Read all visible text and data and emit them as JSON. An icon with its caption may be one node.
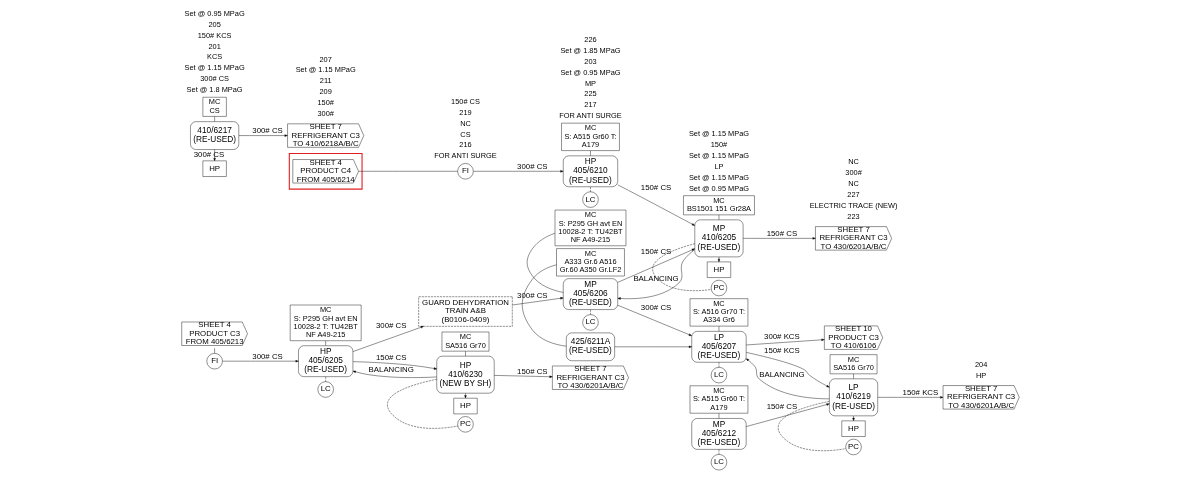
{
  "diagram": {
    "nodes": [
      {
        "text": [
          "SHEET 4",
          "PRODUCT C3",
          "FROM 405/6213"
        ]
      },
      {
        "text": [
          "FI"
        ]
      },
      {
        "text": [
          "HP",
          "405/6205",
          "(RE-USED)"
        ]
      },
      {
        "text": [
          "LC"
        ]
      },
      {
        "text": [
          "GUARD DEHYDRATION TRAIN A&B (B0106-0409)"
        ]
      },
      {
        "text": [
          "410/6217",
          "(RE-USED)"
        ]
      },
      {
        "text": [
          "HP",
          "410/6230",
          "(NEW BY SH)"
        ]
      },
      {
        "text": [
          "PC"
        ]
      },
      {
        "text": [
          "HP"
        ]
      },
      {
        "text": [
          "HP"
        ]
      },
      {
        "text": [
          "MP",
          "405/6206",
          "(RE-USED)"
        ]
      },
      {
        "text": [
          "LC"
        ]
      },
      {
        "text": [
          "MP",
          "410/6205",
          "(RE-USED)"
        ]
      },
      {
        "text": [
          "PC"
        ]
      },
      {
        "text": [
          "HP"
        ]
      },
      {
        "text": [
          "425/6211A",
          "(RE-USED)"
        ]
      },
      {
        "text": [
          "LP",
          "405/6207",
          "(RE-USED)"
        ]
      },
      {
        "text": [
          "LC"
        ]
      },
      {
        "text": [
          "LP",
          "410/6219",
          "(RE-USED)"
        ]
      },
      {
        "text": [
          "PC"
        ]
      },
      {
        "text": [
          "HP"
        ]
      },
      {
        "text": [
          "SHEET 7",
          "REFRIGERANT C3",
          "TO 410/6218A/B/C"
        ]
      },
      {
        "text": [
          "SHEET 7",
          "REFRIGERANT C3",
          "TO 430/6201A/B/C"
        ]
      },
      {
        "text": [
          "SHEET 7",
          "REFRIGERANT C3",
          "TO 430/6201A/B/C"
        ]
      },
      {
        "text": [
          "SHEET 7",
          "REFRIGERANT C3",
          "TO 430/6201A/B/C"
        ]
      },
      {
        "text": [
          "SHEET 10",
          "PRODUCT C3",
          "TO 410/6106"
        ]
      },
      {
        "text": [],
        "shape": "box"
      },
      {
        "text": [
          "SHEET 4",
          "PRODUCT C4",
          "FROM 405/6214"
        ],
        "in": 26
      },
      {
        "text": [
          "FI"
        ]
      },
      {
        "text": [
          "HP",
          "405/6210",
          "(RE-USED)"
        ]
      },
      {
        "text": [
          "LC"
        ]
      },
      {
        "text": [
          "MP",
          "405/6212",
          "(RE-USED)"
        ]
      },
      {
        "text": [
          "LC"
        ]
      },
      {
        "text": [
          "MC",
          "CS"
        ]
      },
      {
        "text": [
          "MC",
          "SA516 Gr70"
        ]
      },
      {
        "text": [
          "MC",
          "S: P295 GH avt EN 10028-2 T: TU42BT NF A49-215"
        ]
      },
      {
        "text": [
          "MC",
          "BS1501 151 Gr28A"
        ]
      },
      {
        "text": [
          "MC",
          "S: P295 GH avt EN 10028-2 T: TU42BT NF A49-215"
        ]
      },
      {
        "text": [
          "MC",
          "A333 Gr.6 A516 Gr.60 A350 Gr.LF2"
        ]
      },
      {
        "text": [
          "MC",
          "SA516 Gr70"
        ]
      },
      {
        "text": [
          "MC",
          "S: A516 Gr70 T: A334 Gr6"
        ]
      },
      {
        "text": [
          "MC",
          "S: A515 Gr60 T: A179"
        ]
      },
      {
        "text": [
          "MC",
          "S: A515 Gr60 T: A179"
        ]
      }
    ],
    "edges": [
      {
        "from": 0,
        "to": 1,
        "arrow": "none"
      },
      {
        "from": 1,
        "to": 2,
        "arrow": "to",
        "label": "300# CS"
      },
      {
        "from": 2,
        "to": 3,
        "arrow": "none",
        "style": "dashed"
      },
      {
        "from": 2,
        "to": 6,
        "arrow": "to",
        "label": "150# CS"
      },
      {
        "from": 6,
        "to": 2,
        "arrow": "to",
        "label": "BALANCING"
      },
      {
        "from": 6,
        "to": 7,
        "arrow": "none",
        "style": "dashed"
      },
      {
        "from": 6,
        "to": 8,
        "arrow": "to"
      },
      {
        "from": 5,
        "to": 9,
        "arrow": "to",
        "label": "300# CS"
      },
      {
        "from": 5,
        "to": 21,
        "arrow": "to",
        "label": "300# CS"
      },
      {
        "from": 6,
        "to": 22,
        "arrow": "to",
        "label": "150# CS"
      },
      {
        "from": 2,
        "to": 4,
        "arrow": "to",
        "label": "300# CS"
      },
      {
        "from": 4,
        "to": 10,
        "arrow": "to",
        "label": "300# CS"
      },
      {
        "from": 10,
        "to": 11,
        "arrow": "none",
        "style": "dashed"
      },
      {
        "from": 10,
        "to": 12,
        "arrow": "to",
        "label": "150# CS"
      },
      {
        "from": 12,
        "to": 10,
        "arrow": "to",
        "label": "BALANCING"
      },
      {
        "from": 12,
        "to": 13,
        "arrow": "none",
        "style": "dashed"
      },
      {
        "from": 12,
        "to": 14,
        "arrow": "to"
      },
      {
        "from": 12,
        "to": 23,
        "arrow": "to",
        "label": "150# CS"
      },
      {
        "from": 10,
        "to": 16,
        "arrow": "to",
        "label": "300# CS"
      },
      {
        "from": 15,
        "to": 16,
        "arrow": "to"
      },
      {
        "from": 16,
        "to": 17,
        "arrow": "none",
        "style": "dashed"
      },
      {
        "from": 16,
        "to": 18,
        "arrow": "to",
        "label": "150# KCS"
      },
      {
        "from": 18,
        "to": 16,
        "arrow": "to",
        "label": "BALANCING"
      },
      {
        "from": 18,
        "to": 19,
        "arrow": "none",
        "style": "dashed"
      },
      {
        "from": 18,
        "to": 20,
        "arrow": "to"
      },
      {
        "from": 18,
        "to": 24,
        "arrow": "to",
        "label": "150# KCS"
      },
      {
        "from": 16,
        "to": 25,
        "arrow": "to",
        "label": "300# KCS"
      },
      {
        "from": 27,
        "to": 28,
        "arrow": "none"
      },
      {
        "from": 28,
        "to": 29,
        "arrow": "to",
        "label": "300# CS"
      },
      {
        "from": 29,
        "to": 30,
        "arrow": "none",
        "style": "dashed"
      },
      {
        "from": 29,
        "to": 12,
        "arrow": "to",
        "label": "150# CS"
      },
      {
        "from": 31,
        "to": 32,
        "arrow": "none",
        "style": "dashed"
      },
      {
        "from": 31,
        "to": 18,
        "arrow": "to",
        "label": "150# CS"
      },
      {
        "from": 33,
        "to": 5,
        "arrow": "none"
      },
      {
        "from": 34,
        "to": 6,
        "arrow": "none"
      },
      {
        "from": 35,
        "to": 2,
        "arrow": "none"
      },
      {
        "from": 36,
        "to": 12,
        "arrow": "none"
      },
      {
        "from": 37,
        "to": 10,
        "arrow": "none"
      },
      {
        "from": 38,
        "to": 15,
        "arrow": "none"
      },
      {
        "from": 39,
        "to": 18,
        "arrow": "none"
      },
      {
        "from": 40,
        "to": 16,
        "arrow": "none"
      },
      {
        "from": 41,
        "to": 29,
        "arrow": "none"
      },
      {
        "from": 42,
        "to": 31,
        "arrow": "none"
      }
    ],
    "labels": [
      "Set @ 1.8 MPaG",
      "300# CS",
      "300#",
      "150#",
      "FOR ANTI SURGE",
      "FOR ANTI SURGE",
      "216",
      "217",
      "Set @ 0.95 MPaG",
      "223",
      "225",
      "Set @ 1.15 MPaG",
      "ELECTRIC TRACE (NEW)",
      "HP",
      "MP",
      "LP",
      "227",
      "Set @ 1.15 MPaG",
      "CS",
      "KCS",
      "201",
      "209",
      "211",
      "NC",
      "Set @ 0.95 MPaG",
      "219",
      "203",
      "Set @ 1.15 MPaG",
      "NC",
      "Set @ 1.85 MPaG",
      "150#",
      "300#",
      "204",
      "226",
      "Set @ 1.15 MPaG",
      "NC",
      "150# KCS",
      "150# CS",
      "205",
      "Set @ 0.95 MPaG",
      "Set @ 1.15 MPaG",
      "207"
    ]
  }
}
